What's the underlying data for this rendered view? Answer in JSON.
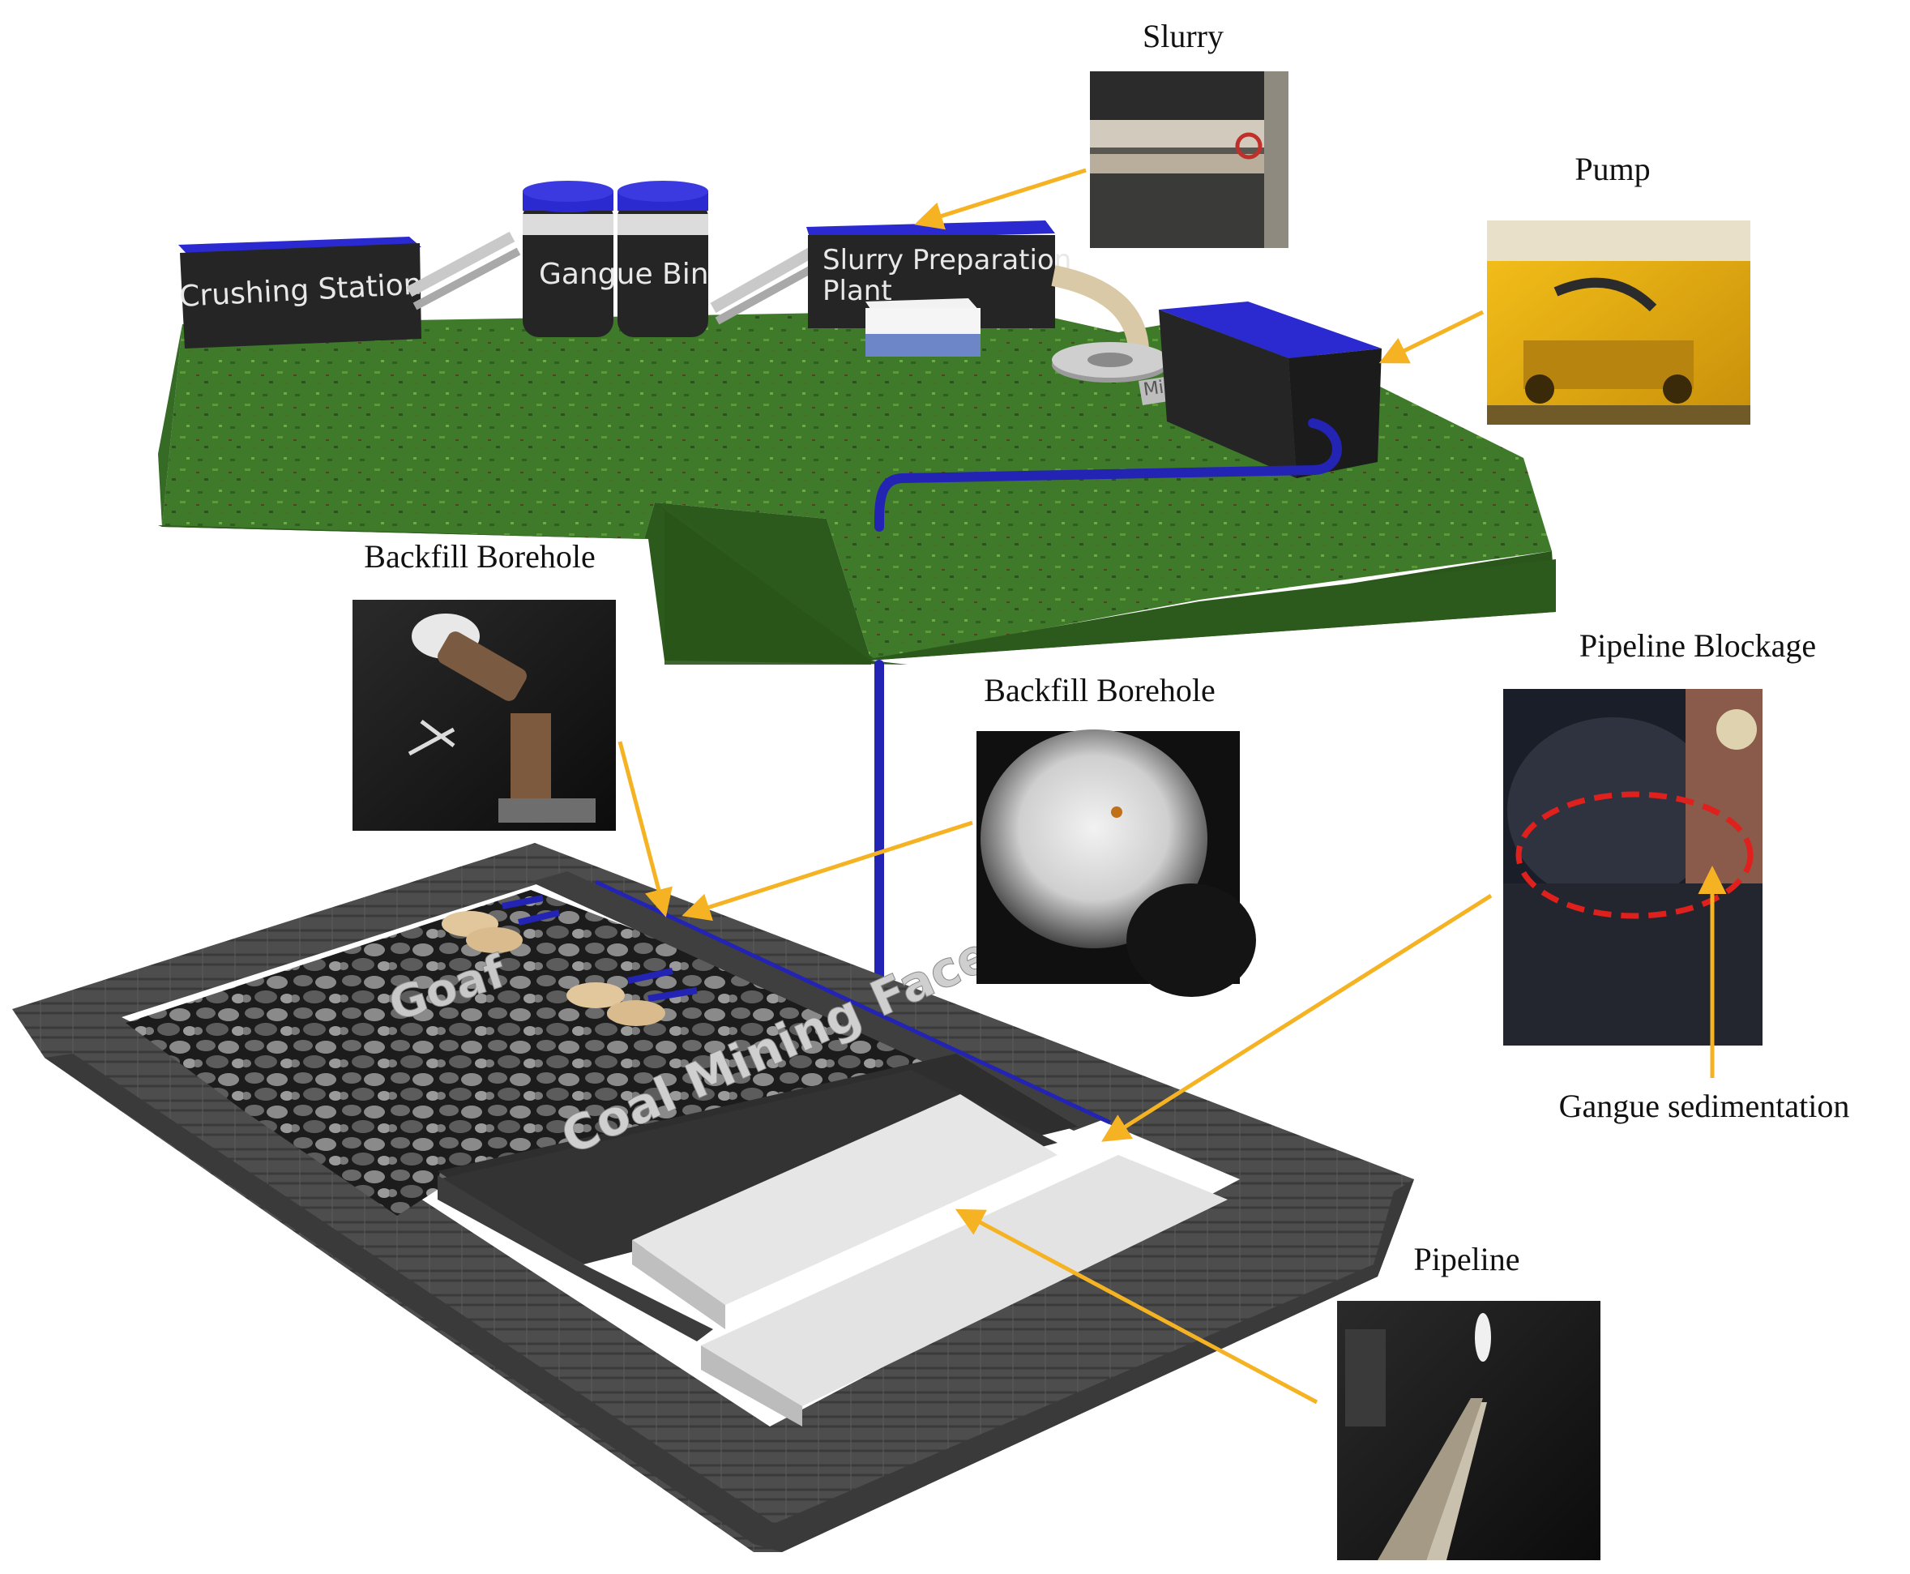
{
  "facilities": {
    "crushing_station": "Crushing Station",
    "gangue_bin": "Gangue Bin",
    "slurry_plant_line1": "Slurry Preparation",
    "slurry_plant_line2": "Plant",
    "mixer_label": "Mixer",
    "goaf": "Goaf",
    "coal_mining_face": "Coal Mining Face"
  },
  "photo_labels": {
    "slurry": "Slurry",
    "pump": "Pump",
    "backfill_borehole_left": "Backfill Borehole",
    "backfill_borehole_center": "Backfill Borehole",
    "pipeline_blockage": "Pipeline Blockage",
    "gangue_sedimentation": "Gangue sedimentation",
    "pipeline": "Pipeline"
  },
  "colors": {
    "accent_arrow": "#f5b324",
    "pipe_blue": "#2323b4",
    "cap_blue": "#2a2ad0",
    "grass": "#3f7a2b",
    "frame_gray": "#4a4a4a",
    "blockage_circle": "#e0201c"
  },
  "icons": {
    "arrow": "arrow-icon"
  }
}
